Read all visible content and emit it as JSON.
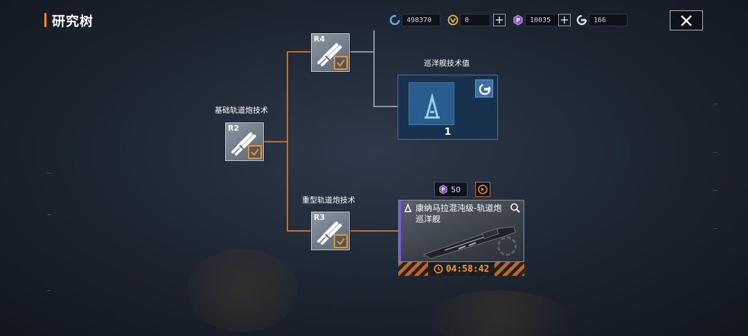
{
  "header": {
    "title": "研究树"
  },
  "currencies": [
    {
      "name": "credit",
      "icon": "credit-icon",
      "value": "498370",
      "color": "#5ab0e8"
    },
    {
      "name": "gold",
      "icon": "gold-icon",
      "value": "0",
      "color": "#e8c440"
    },
    {
      "name": "premium",
      "icon": "premium-icon",
      "value": "10035",
      "color": "#b07ae8"
    },
    {
      "name": "tech",
      "icon": "tech-icon",
      "value": "166",
      "color": "#e0e4ea"
    }
  ],
  "nodes": {
    "r2": {
      "tag": "R2",
      "label": "基础轨道炮技术",
      "completed": true
    },
    "r4": {
      "tag": "R4",
      "completed": true
    },
    "r3": {
      "tag": "R3",
      "label": "重型轨道炮技术",
      "completed": true
    }
  },
  "tech_card": {
    "title": "巡洋舰技术值",
    "value": "1"
  },
  "ship_card": {
    "cost": "50",
    "name": "康纳马拉混沌级-轨道炮巡洋舰",
    "timer": "04:58:42"
  },
  "colors": {
    "accent": "#f08a24",
    "line_active": "#c9702a",
    "line_inactive": "#8e97a3"
  }
}
